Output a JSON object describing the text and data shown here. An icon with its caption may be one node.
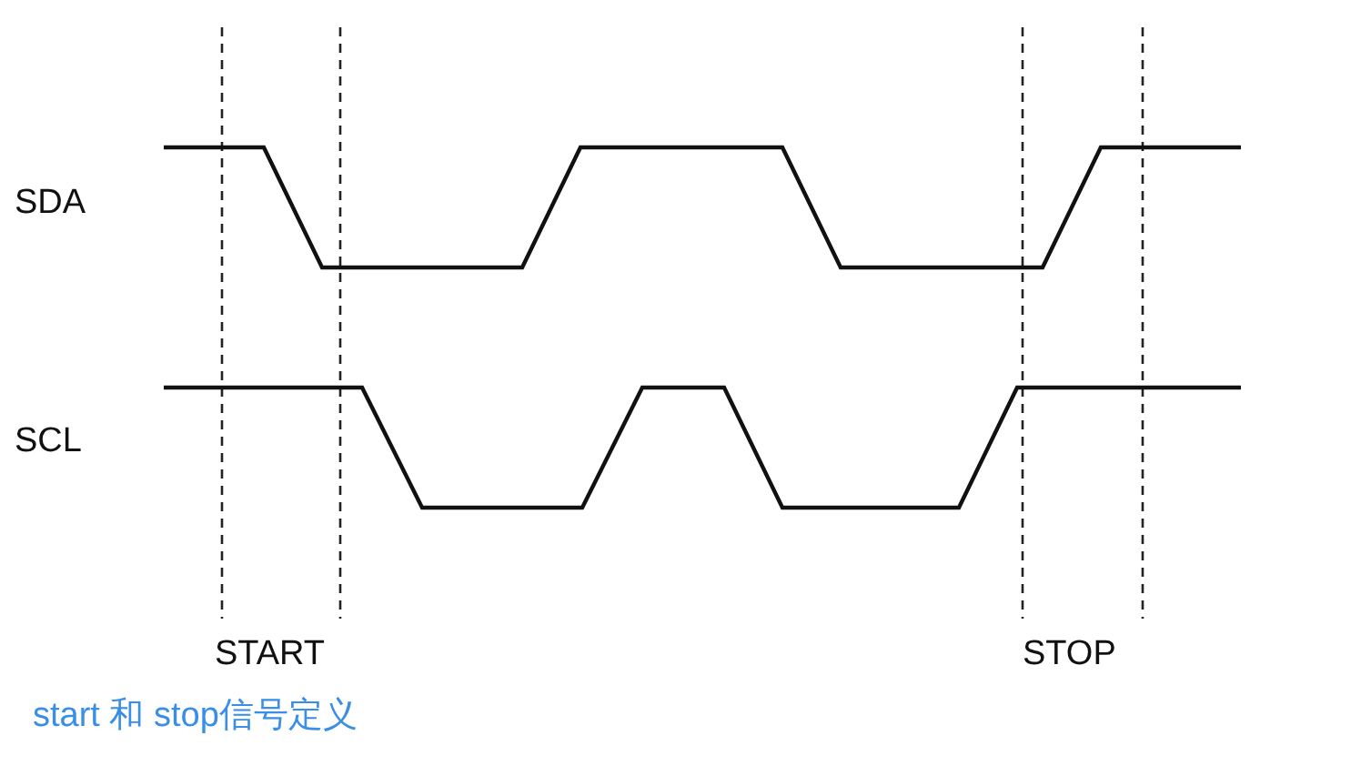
{
  "diagram": {
    "caption": "start 和 stop信号定义",
    "labels": [
      "SDA",
      "SCL",
      "START",
      "STOP"
    ]
  }
}
